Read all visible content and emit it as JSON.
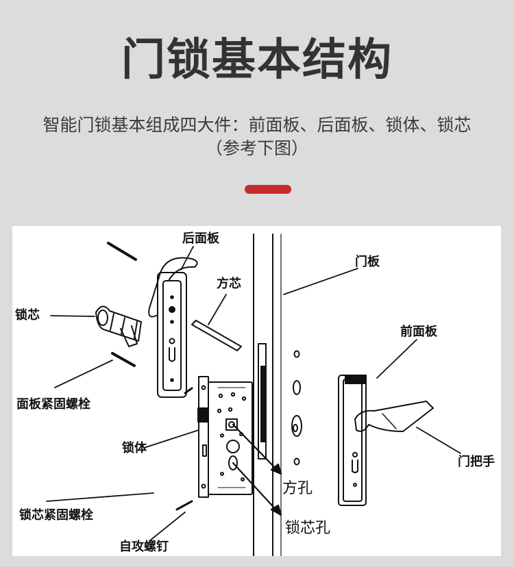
{
  "header": {
    "title": "门锁基本结构",
    "subtitle_line1": "智能门锁基本组成四大件：前面板、后面板、锁体、锁芯",
    "subtitle_line2": "（参考下图）"
  },
  "colors": {
    "background": "#dcdcdc",
    "accent": "#c62b2b",
    "title": "#333333",
    "panel": "#ffffff"
  },
  "diagram": {
    "labels": {
      "back_panel": "后面板",
      "square_core": "方芯",
      "door_panel": "门板",
      "lock_core": "锁芯",
      "front_panel": "前面板",
      "panel_bolt": "面板紧固螺栓",
      "lock_body": "锁体",
      "handle": "门把手",
      "square_hole": "方孔",
      "core_bolt": "锁芯紧固螺栓",
      "core_hole": "锁芯孔",
      "tapping_screw": "自攻螺钉"
    }
  }
}
